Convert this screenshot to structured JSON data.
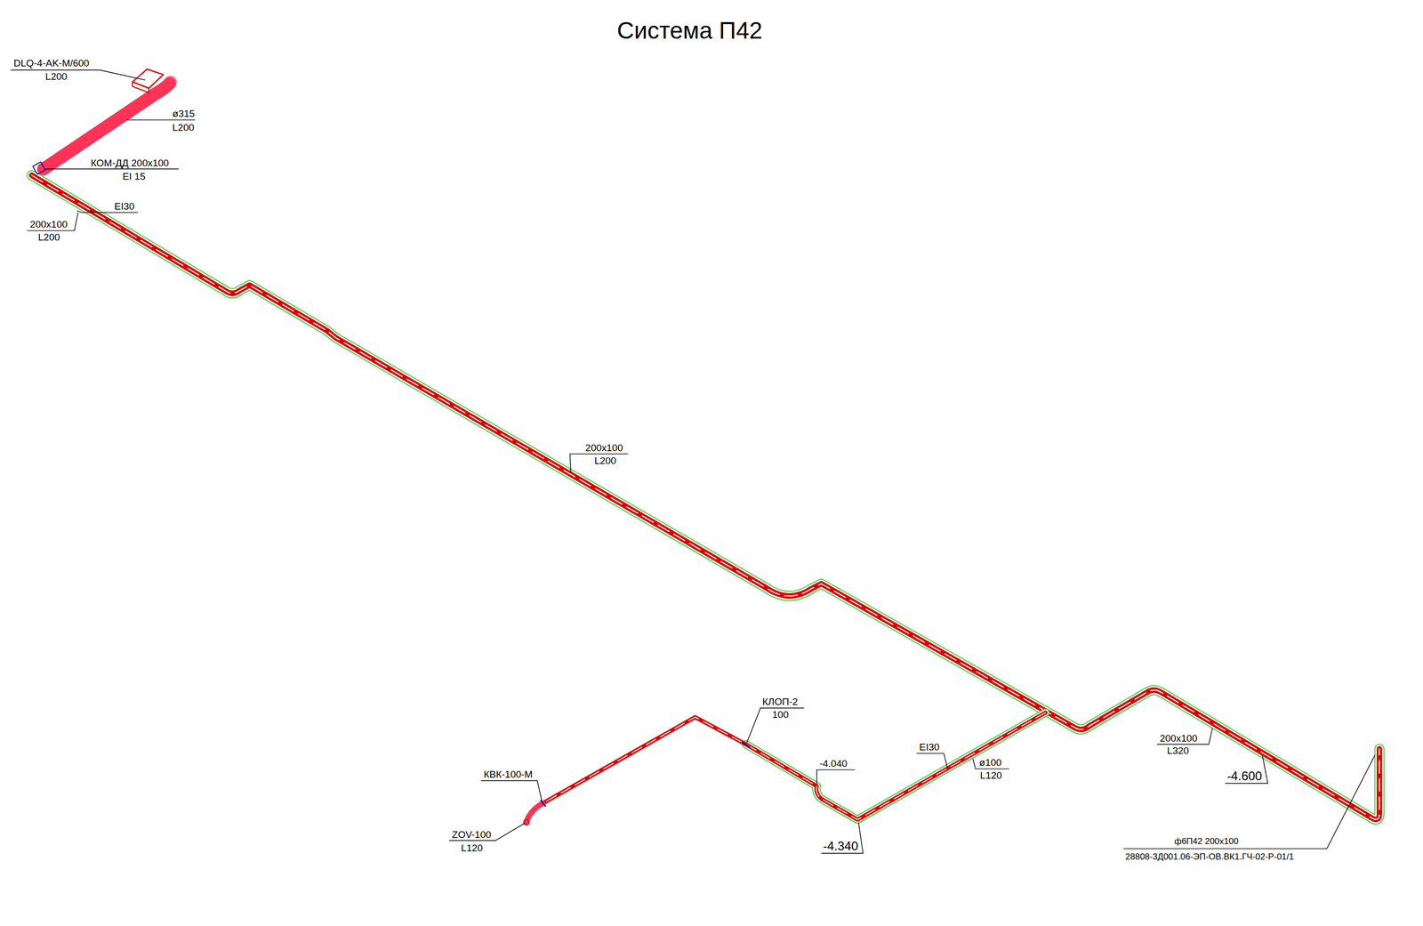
{
  "diagram": {
    "title": "Система П42",
    "labels": [
      "DLQ-4-AK-M/600",
      "L200",
      "ø315",
      "L200",
      "КОМ-ДД 200x100",
      "EI 15",
      "EI30",
      "200x100",
      "L200",
      "200x100",
      "L200",
      "КЛОП-2",
      "100",
      "КВК-100-М",
      "ZOV-100",
      "L120",
      "-4.040",
      "EI30",
      "ø100",
      "L120",
      "-4.340",
      "200x100",
      "L320",
      "-4.600",
      "ф6П42 200x100",
      "28808-3Д001.06-ЭП-ОВ.ВК1.ГЧ-02-Р-01/1"
    ]
  }
}
